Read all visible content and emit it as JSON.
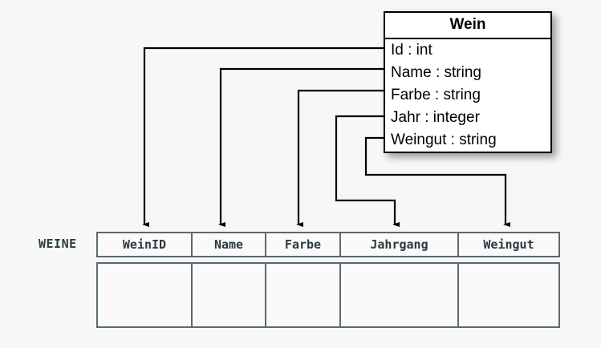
{
  "diagram": {
    "title_semantic": "uml-class-to-relational-table-mapping",
    "background_color": "#f7f7f7",
    "line_color": "#000000",
    "table_border_color": "#5a6a70",
    "table_text_color": "#2b3a40"
  },
  "uml_class": {
    "name": "Wein",
    "attributes": [
      {
        "label": "Id : int",
        "name": "Id",
        "type": "int"
      },
      {
        "label": "Name : string",
        "name": "Name",
        "type": "string"
      },
      {
        "label": "Farbe : string",
        "name": "Farbe",
        "type": "string"
      },
      {
        "label": "Jahr : integer",
        "name": "Jahr",
        "type": "integer"
      },
      {
        "label": "Weingut : string",
        "name": "Weingut",
        "type": "string"
      }
    ]
  },
  "relational_table": {
    "label": "WEINE",
    "columns": [
      {
        "header": "WeinID"
      },
      {
        "header": "Name"
      },
      {
        "header": "Farbe"
      },
      {
        "header": "Jahrgang"
      },
      {
        "header": "Weingut"
      }
    ],
    "rows": [
      [
        "",
        "",
        "",
        "",
        ""
      ]
    ]
  },
  "mappings": [
    {
      "from": "Id",
      "to": "WeinID"
    },
    {
      "from": "Name",
      "to": "Name"
    },
    {
      "from": "Farbe",
      "to": "Farbe"
    },
    {
      "from": "Jahr",
      "to": "Jahrgang"
    },
    {
      "from": "Weingut",
      "to": "Weingut"
    }
  ]
}
